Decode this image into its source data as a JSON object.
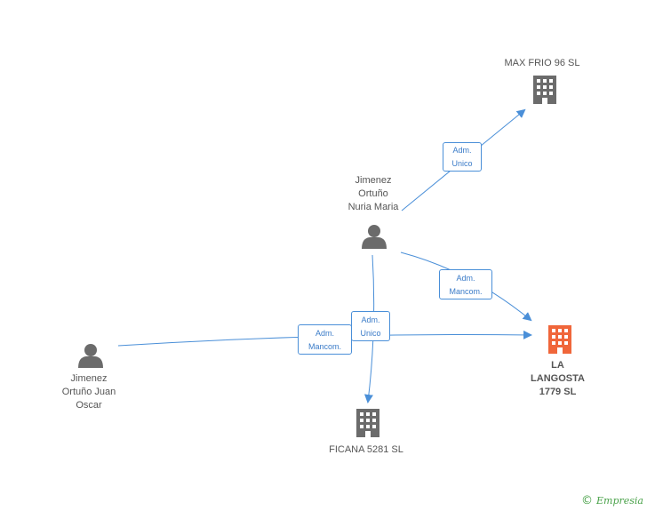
{
  "colors": {
    "edge": "#4a8fd8",
    "person": "#6b6b6b",
    "company": "#6b6b6b",
    "main_company": "#f0663a"
  },
  "nodes": {
    "max_frio": {
      "label": "MAX FRIO 96  SL",
      "icon": "building-icon"
    },
    "nuria": {
      "label_lines": [
        "Jimenez",
        "Ortuño",
        "Nuria Maria"
      ],
      "icon": "person-icon"
    },
    "juan": {
      "label_lines": [
        "Jimenez",
        "Ortuño Juan",
        "Oscar"
      ],
      "icon": "person-icon"
    },
    "langosta": {
      "label_lines": [
        "LA",
        "LANGOSTA",
        "1779 SL"
      ],
      "icon": "building-icon"
    },
    "ficana": {
      "label": "FICANA 5281  SL",
      "icon": "building-icon"
    }
  },
  "edges": {
    "nuria_max": {
      "line1": "Adm.",
      "line2": "Unico"
    },
    "nuria_langosta": {
      "line1": "Adm.",
      "line2": "Mancom."
    },
    "juan_langosta": {
      "line1": "Adm.",
      "line2": "Mancom."
    },
    "nuria_ficana": {
      "line1": "Adm.",
      "line2": "Unico"
    }
  },
  "footer": {
    "copyright_symbol": "©",
    "brand": "Empresia"
  }
}
